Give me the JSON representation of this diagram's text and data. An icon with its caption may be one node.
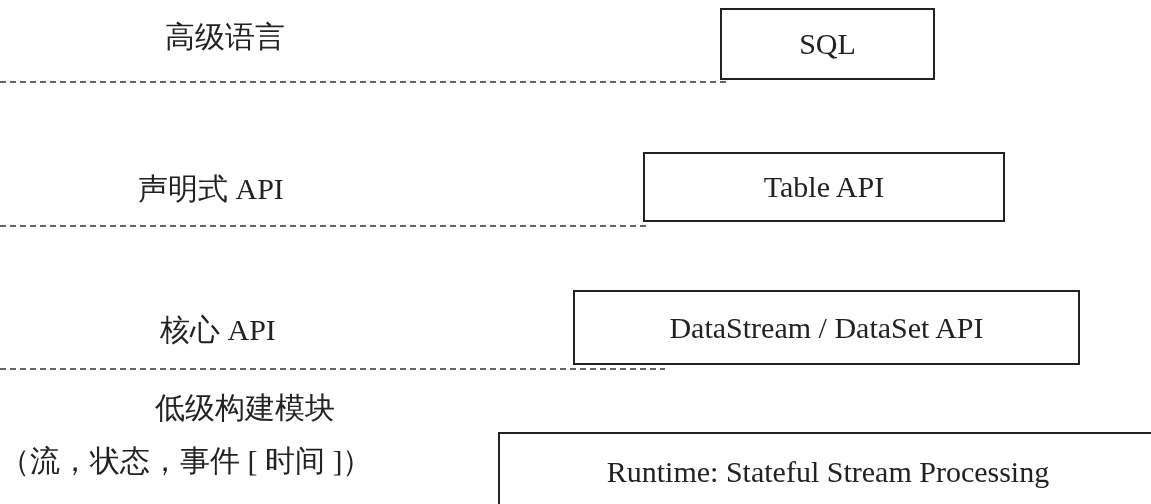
{
  "diagram": {
    "nodes": [
      {
        "text": [
          "SQL"
        ]
      },
      {
        "text": [
          "Table API"
        ]
      },
      {
        "text": [
          "DataStream / DataSet API"
        ]
      },
      {
        "text": [
          "Runtime: Stateful Stream Processing"
        ]
      }
    ],
    "labels": [
      "高级语言",
      "声明式 API",
      "核心 API",
      "低级构建模块",
      "（流，状态，事件 [ 时间 ]）"
    ]
  }
}
